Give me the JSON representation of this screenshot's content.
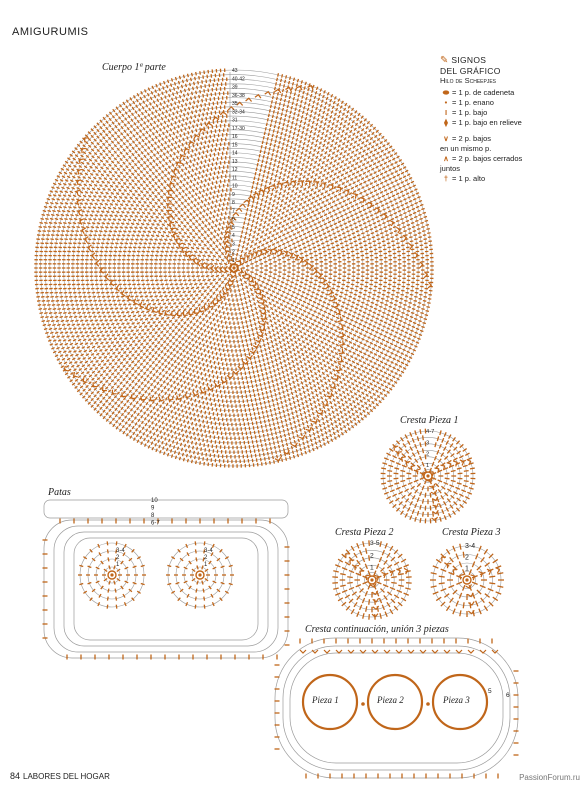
{
  "header": {
    "section": "AMIGURUMIS"
  },
  "diagrams": {
    "cuerpo": "Cuerpo 1ª parte",
    "cuerpo_rounds": [
      "43",
      "40-42",
      "39",
      "36-38",
      "35",
      "32-34",
      "31",
      "17-30",
      "16",
      "15",
      "14",
      "13",
      "12",
      "11",
      "10",
      "9",
      "8",
      "7",
      "6",
      "5",
      "4",
      "3",
      "2",
      "1"
    ],
    "cresta1": "Cresta Pieza 1",
    "cresta1_rounds": [
      "4-7",
      "3",
      "2",
      "1"
    ],
    "cresta2": "Cresta Pieza 2",
    "cresta2_rounds": [
      "3-5",
      "2",
      "1"
    ],
    "cresta3": "Cresta Pieza 3",
    "cresta3_rounds": [
      "3-4",
      "2",
      "1"
    ],
    "patas": "Patas",
    "patas_rounds": [
      "10",
      "9",
      "8",
      "6-7"
    ],
    "patas_inner_left": [
      "3-4",
      "2",
      "1"
    ],
    "patas_inner_right": [
      "3-4",
      "2",
      "1"
    ],
    "union": "Cresta continuación, unión 3 piezas",
    "union_pieces": [
      "Pieza 1",
      "Pieza 2",
      "Pieza 3"
    ],
    "union_rounds": [
      "5",
      "6"
    ]
  },
  "legend": {
    "title_1": "SIGNOS",
    "title_2": "DEL GRÁFICO",
    "subtitle": "Hilo de Scheepjes",
    "items": [
      {
        "symbol": "⬬",
        "text": "= 1 p. de cadeneta"
      },
      {
        "symbol": "•",
        "text": "= 1 p. enano"
      },
      {
        "symbol": "I",
        "text": "= 1 p. bajo"
      },
      {
        "symbol": "⧫",
        "text": "= 1 p. bajo en relieve"
      },
      {
        "symbol": "∨",
        "text": "= 2 p. bajos"
      },
      {
        "symbol": "",
        "text": "en un mismo p."
      },
      {
        "symbol": "∧",
        "text": "= 2 p. bajos cerrados"
      },
      {
        "symbol": "",
        "text": "juntos"
      },
      {
        "symbol": "†",
        "text": "= 1 p. alto"
      }
    ]
  },
  "footer": {
    "page": "84",
    "magazine": "LABORES DEL HOGAR"
  },
  "watermark": "PassionForum.ru",
  "colors": {
    "stitch": "#c0661a",
    "line": "#9a9a9a",
    "text": "#222222"
  }
}
